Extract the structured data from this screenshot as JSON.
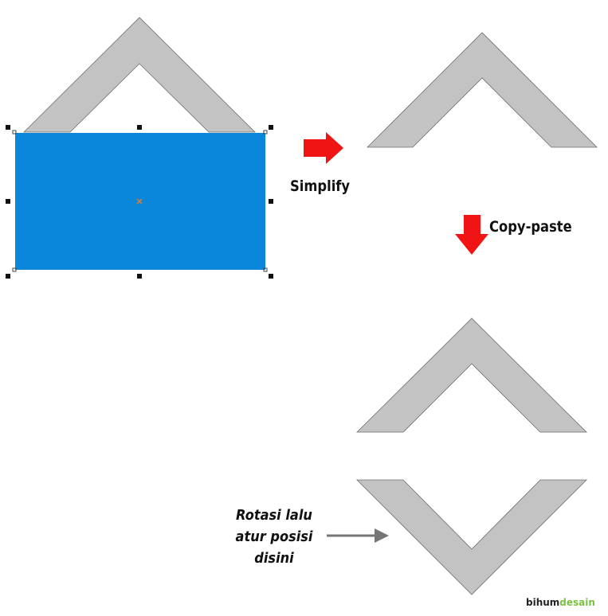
{
  "labels": {
    "simplify": "Simplify",
    "copy_paste": "Copy-paste",
    "note_lines": [
      "Rotasi lalu",
      "atur posisi",
      "disini"
    ]
  },
  "watermark": {
    "part1": "bihum",
    "part2": "desain",
    "color1": "#222222",
    "color2": "#7ac143"
  },
  "colors": {
    "shape_fill": "#c3c3c3",
    "shape_stroke": "#6e6e6e",
    "selection_fill": "#0a86db",
    "handle": "#111111",
    "center_mark": "#e07b2a",
    "arrow_red": "#f01414",
    "arrow_gray": "#757575"
  },
  "icons": {
    "arrow_right": "red-arrow-right-icon",
    "arrow_down": "red-arrow-down-icon",
    "arrow_pointer": "gray-arrow-right-icon"
  }
}
